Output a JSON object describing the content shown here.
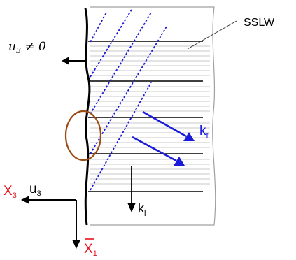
{
  "labels": {
    "sslw": "SSLW",
    "u3_neq_0": "u3 ≠ 0",
    "kt": "k",
    "kt_sub": "t",
    "kl": "k",
    "kl_sub": "l",
    "x3": "X",
    "x3_sub": "3",
    "u3": "u",
    "u3_sub": "3",
    "x1": "X",
    "x1_sub": "1"
  },
  "colors": {
    "black": "#000000",
    "blue": "#1a1adb",
    "red": "#e8111c",
    "brown": "#9a4a12",
    "grid": "#c8c8c8",
    "plate_edge": "#a0a0a0"
  }
}
